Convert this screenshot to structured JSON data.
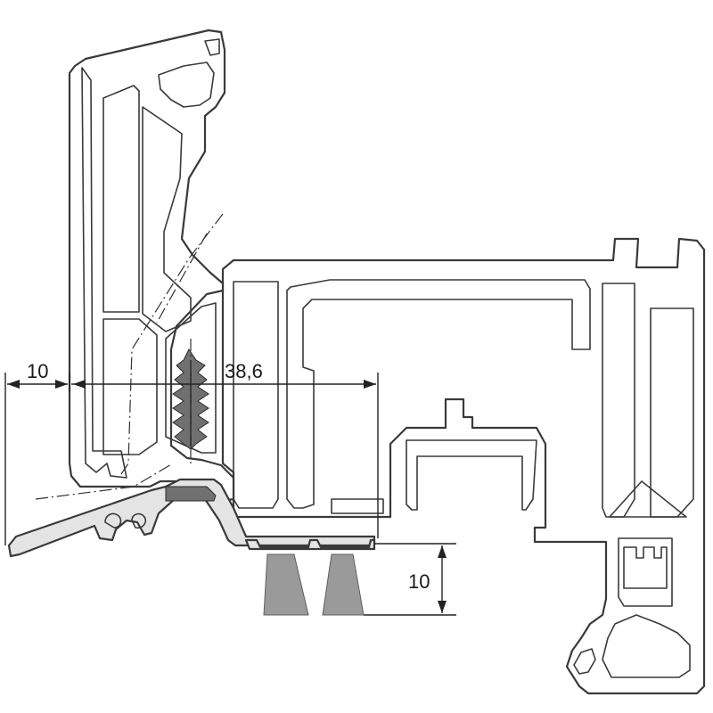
{
  "drawing": {
    "dimensions": [
      {
        "id": "left-offset",
        "label": "10"
      },
      {
        "id": "main-width",
        "label": "38,6"
      },
      {
        "id": "brush-height",
        "label": "10"
      }
    ]
  },
  "colors": {
    "line": "#3a3a3a",
    "profile_fill": "#ffffff",
    "gasket_fill": "#e4e4e4",
    "brush_fill": "#9a9a9a",
    "screw_fill": "#707070"
  }
}
